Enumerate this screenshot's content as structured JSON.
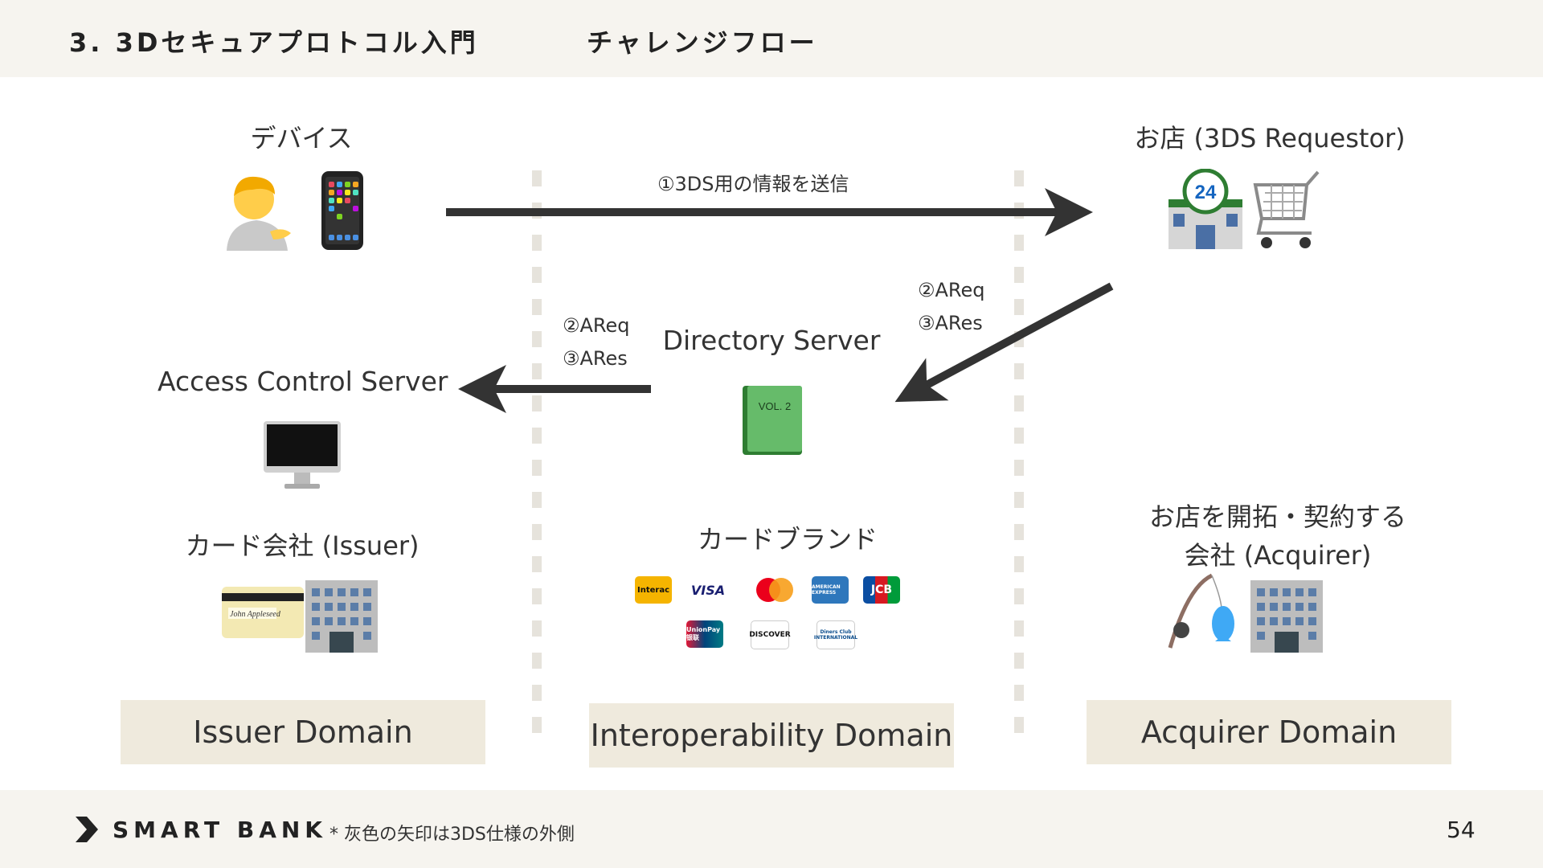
{
  "header": {
    "section": "3. 3Dセキュアプロトコル入門",
    "subsection": "チャレンジフロー"
  },
  "device": {
    "title": "デバイス",
    "person_icon": "person-tipping-hand-icon",
    "phone_icon": "mobile-phone-icon"
  },
  "merchant": {
    "title": "お店 (3DS Requestor)",
    "store_icon": "convenience-store-icon",
    "cart_icon": "shopping-cart-icon"
  },
  "arrows": {
    "step1": "①3DS用の情報を送信",
    "right_step2": "②AReq",
    "right_step3": "③ARes",
    "left_step2": "②AReq",
    "left_step3": "③ARes"
  },
  "directory_server": {
    "title": "Directory Server",
    "icon": "green-book-icon",
    "book_text": "VOL. 2"
  },
  "acs": {
    "title": "Access Control Server",
    "icon": "desktop-computer-icon"
  },
  "issuer": {
    "title": "カード会社 (Issuer)",
    "card_icon": "credit-card-icon",
    "building_icon": "office-building-icon",
    "card_name": "John Appleseed"
  },
  "card_brand": {
    "title": "カードブランド",
    "logos": [
      "Interac",
      "VISA",
      "Mastercard",
      "AMERICAN EXPRESS",
      "JCB",
      "UnionPay 银联",
      "DISCOVER",
      "Diners Club INTERNATIONAL"
    ]
  },
  "acquirer": {
    "title_line1": "お店を開拓・契約する",
    "title_line2": "会社 (Acquirer)",
    "fishing_icon": "fishing-pole-icon",
    "building_icon": "office-building-icon"
  },
  "domains": {
    "issuer": "Issuer Domain",
    "interop": "Interoperability Domain",
    "acquirer": "Acquirer Domain"
  },
  "footer": {
    "logo": "SMART BANK",
    "note": "* 灰色の矢印は3DS仕様の外側",
    "page": "54"
  },
  "colors": {
    "band": "#f6f4ef",
    "domain_box": "#efeadd",
    "arrow": "#333333",
    "divider": "#e6e3dc"
  }
}
